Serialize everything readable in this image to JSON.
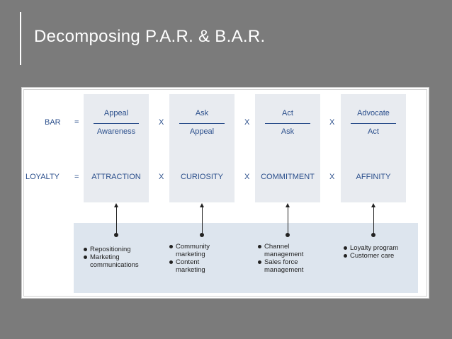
{
  "slide": {
    "title": "Decomposing P.A.R. & B.A.R."
  },
  "diagram": {
    "bar_label": "BAR",
    "loyalty_label": "LOYALTY",
    "equals": "=",
    "times": "X",
    "fractions": [
      {
        "numerator": "Appeal",
        "denominator": "Awareness"
      },
      {
        "numerator": "Ask",
        "denominator": "Appeal"
      },
      {
        "numerator": "Act",
        "denominator": "Ask"
      },
      {
        "numerator": "Advocate",
        "denominator": "Act"
      }
    ],
    "loyalty_terms": [
      "ATTRACTION",
      "CURIOSITY",
      "COMMITMENT",
      "AFFINITY"
    ],
    "levers": [
      {
        "items": [
          [
            "Repositioning"
          ],
          [
            "Marketing",
            "communications"
          ]
        ]
      },
      {
        "items": [
          [
            "Community",
            "marketing"
          ],
          [
            "Content",
            "marketing"
          ]
        ]
      },
      {
        "items": [
          [
            "Channel",
            "management"
          ],
          [
            "Sales force",
            "management"
          ]
        ]
      },
      {
        "items": [
          [
            "Loyalty program"
          ],
          [
            "Customer care"
          ]
        ]
      }
    ],
    "colors": {
      "slide_bg": "#7b7b7b",
      "text_blue": "#2b4f8c",
      "column_bg": "#e8ebf0",
      "band_bg": "#dde5ee"
    }
  }
}
